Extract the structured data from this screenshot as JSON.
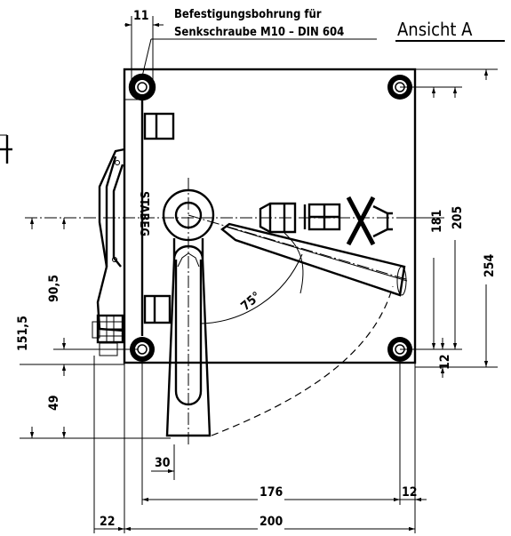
{
  "note": {
    "line1": "Befestigungsbohrung für",
    "line2": "Senkschraube M10 – DIN 604"
  },
  "view_title": "Ansicht A",
  "section_mark": "I",
  "brand_label": "STABEG",
  "dimensions": {
    "hole_offset": "11",
    "height_181": "181",
    "height_205": "205",
    "height_254": "254",
    "height_90_5": "90,5",
    "height_151_5": "151,5",
    "height_49": "49",
    "height_12": "12",
    "width_30": "30",
    "width_176": "176",
    "width_12": "12",
    "width_22": "22",
    "width_200": "200",
    "angle_75": "75°"
  }
}
